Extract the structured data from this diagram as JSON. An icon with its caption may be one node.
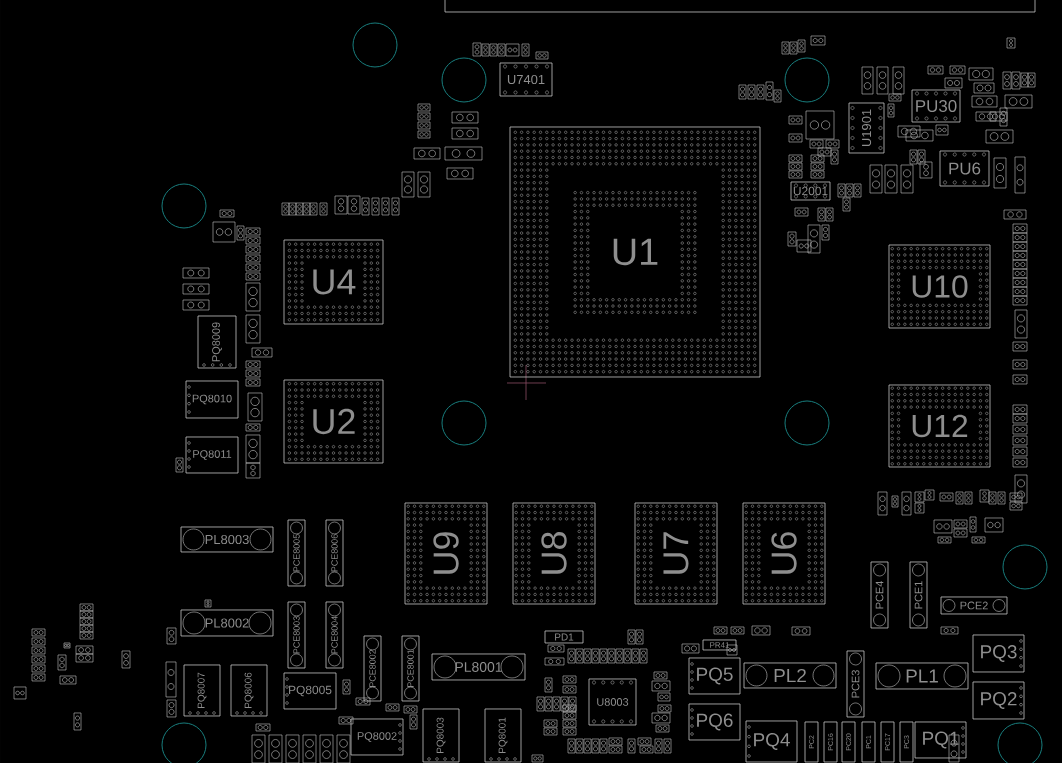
{
  "diagram": {
    "nodes": [
      {
        "text": [
          "U7401"
        ]
      },
      {
        "text": [
          "U1901"
        ]
      },
      {
        "text": [
          "PU30"
        ]
      },
      {
        "text": [
          "U1"
        ]
      },
      {
        "text": [
          "PU6"
        ]
      },
      {
        "text": [
          "U2001"
        ]
      },
      {
        "text": [
          "U4"
        ]
      },
      {
        "text": [
          "U10"
        ]
      },
      {
        "text": [
          "PQ8009"
        ]
      },
      {
        "text": [
          "PQ8010"
        ]
      },
      {
        "text": [
          "U2"
        ]
      },
      {
        "text": [
          "U12"
        ]
      },
      {
        "text": [
          "PQ8011"
        ]
      },
      {
        "text": [
          "U9"
        ]
      },
      {
        "text": [
          "U8"
        ]
      },
      {
        "text": [
          "U7"
        ]
      },
      {
        "text": [
          "U6"
        ]
      },
      {
        "text": [
          "PL8003"
        ]
      },
      {
        "text": [
          "PCE8005"
        ]
      },
      {
        "text": [
          "PCE8006"
        ]
      },
      {
        "text": [
          "PCE4"
        ]
      },
      {
        "text": [
          "PCE1"
        ]
      },
      {
        "text": [
          "PCE2"
        ]
      },
      {
        "text": [
          "PL8002"
        ]
      },
      {
        "text": [
          "PCE8003"
        ]
      },
      {
        "text": [
          "PCE8004"
        ]
      },
      {
        "text": [
          "PD1"
        ]
      },
      {
        "text": [
          "PR41"
        ]
      },
      {
        "text": [
          "PQ3"
        ]
      },
      {
        "text": [
          "PCE8002"
        ]
      },
      {
        "text": [
          "PCE8001"
        ]
      },
      {
        "text": [
          "PCE3"
        ]
      },
      {
        "text": [
          "PL8001"
        ]
      },
      {
        "text": [
          "PQ5"
        ]
      },
      {
        "text": [
          "PL2"
        ]
      },
      {
        "text": [
          "PL1"
        ]
      },
      {
        "text": [
          "PQ8007"
        ]
      },
      {
        "text": [
          "PQ8006"
        ]
      },
      {
        "text": [
          "PQ8005"
        ]
      },
      {
        "text": [
          "U8003"
        ]
      },
      {
        "text": [
          "PQ2"
        ]
      },
      {
        "text": [
          "PQ6"
        ]
      },
      {
        "text": [
          "PQ8002"
        ]
      },
      {
        "text": [
          "PQ8003"
        ]
      },
      {
        "text": [
          "PQ8001"
        ]
      },
      {
        "text": [
          "PQ4"
        ]
      },
      {
        "text": [
          "PC2"
        ]
      },
      {
        "text": [
          "PC16"
        ]
      },
      {
        "text": [
          "PC20"
        ]
      },
      {
        "text": [
          "PC1"
        ]
      },
      {
        "text": [
          "PC17"
        ]
      },
      {
        "text": [
          "PC3"
        ]
      },
      {
        "text": [
          "PQ1"
        ]
      }
    ]
  }
}
